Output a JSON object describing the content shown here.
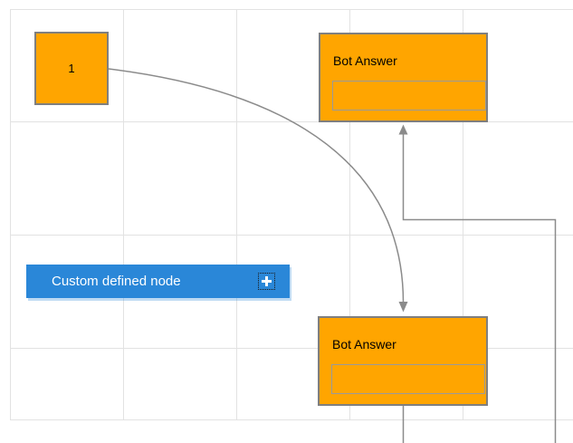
{
  "canvas": {
    "background": "#ffffff",
    "grid_color": "#e2e2e2"
  },
  "palette": {
    "node_fill": "#ffa500",
    "node_border": "#7f7f7f",
    "connector_color": "#8b8b8b",
    "custom_node_fill": "#2a87d8",
    "custom_node_text": "#ffffff"
  },
  "nodes": {
    "start": {
      "label": "1"
    },
    "bot_answer_top": {
      "title": "Bot Answer",
      "input_value": ""
    },
    "bot_answer_bottom": {
      "title": "Bot Answer",
      "input_value": ""
    },
    "custom": {
      "label": "Custom defined node"
    }
  },
  "icons": {
    "add_port": "plus"
  }
}
